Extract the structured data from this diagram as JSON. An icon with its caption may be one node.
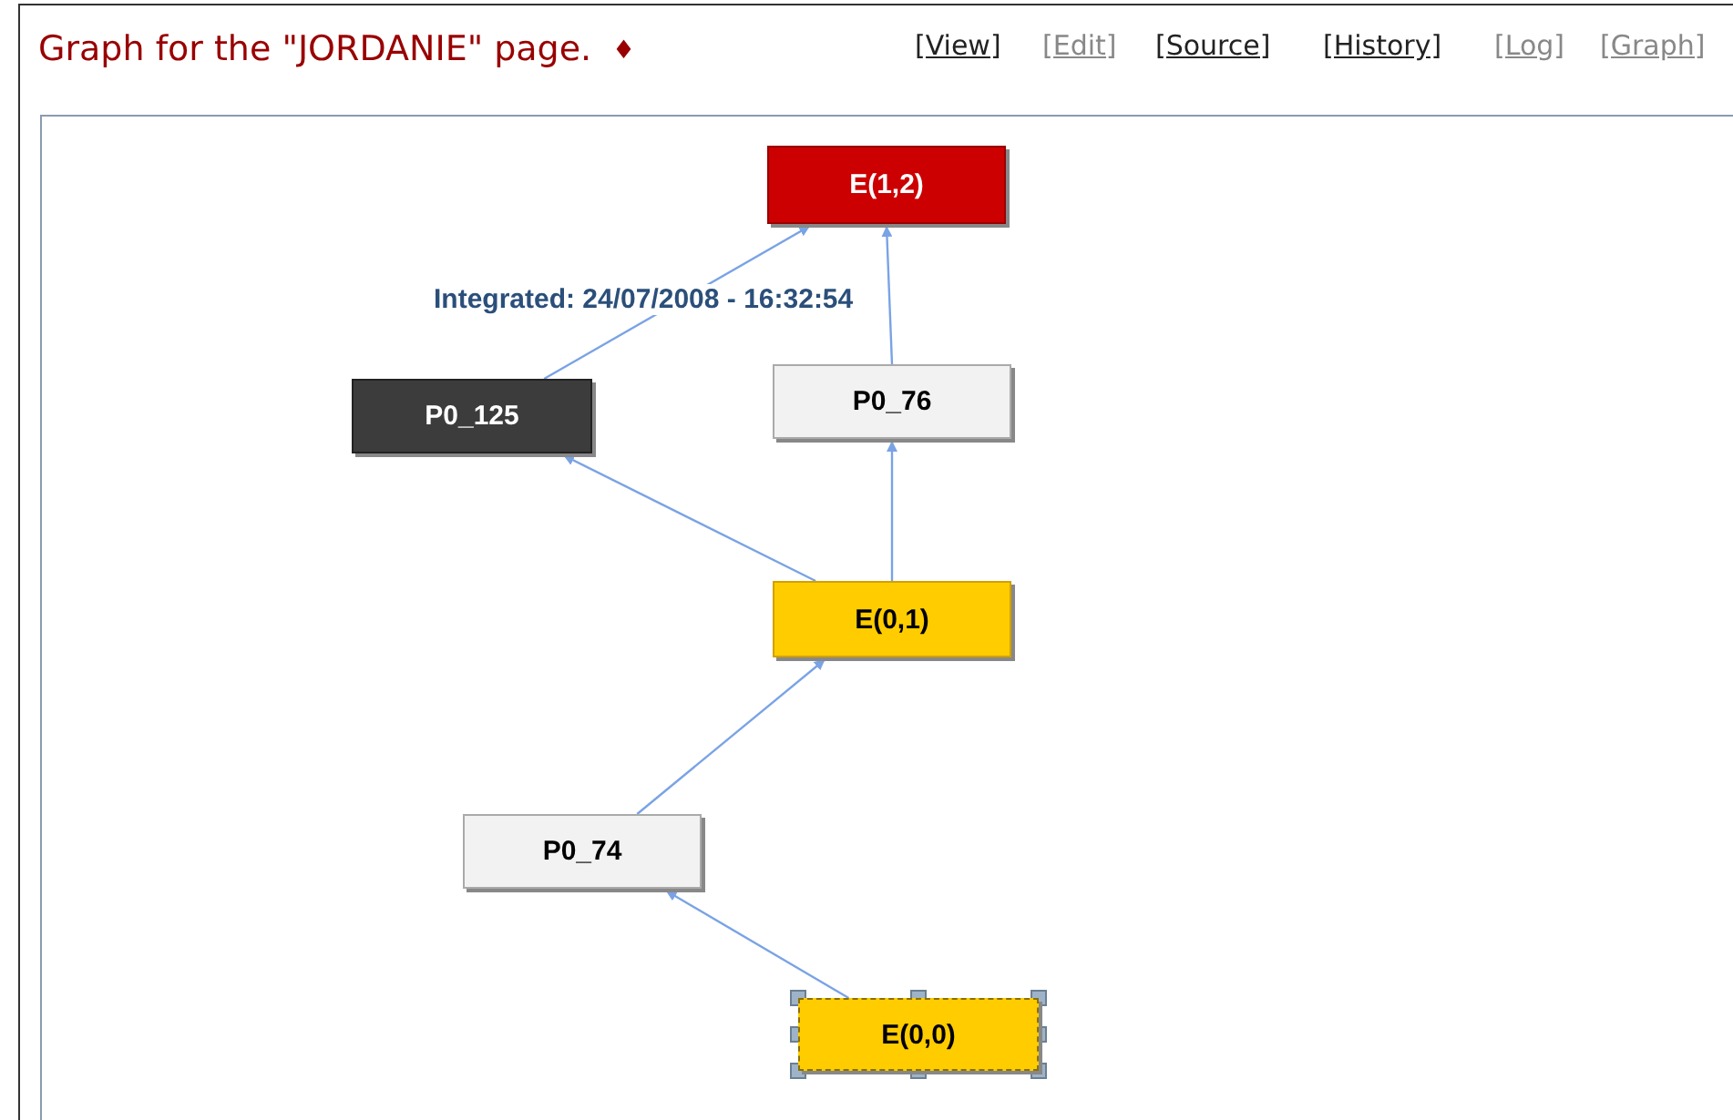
{
  "diagram": {
    "title": "Graph for the \"JORDANIE\" page.",
    "nodes": [
      {
        "text": [
          "E(1,2)"
        ]
      },
      {
        "text": [
          "P0_125"
        ]
      },
      {
        "text": [
          "P0_76"
        ]
      },
      {
        "text": [
          "E(0,1)"
        ]
      },
      {
        "text": [
          "P0_74"
        ]
      },
      {
        "text": [
          "E(0,0)"
        ]
      }
    ],
    "edges": [
      {
        "from": 1,
        "to": 0,
        "arrow": "to",
        "label": "Integrated: 24/07/2008 - 16:32:54"
      },
      {
        "from": 2,
        "to": 0,
        "arrow": "to"
      },
      {
        "from": 3,
        "to": 1,
        "arrow": "to"
      },
      {
        "from": 3,
        "to": 2,
        "arrow": "to"
      },
      {
        "from": 4,
        "to": 3,
        "arrow": "to"
      },
      {
        "from": 5,
        "to": 4,
        "arrow": "to"
      }
    ],
    "labels": [
      "♦",
      "[View]",
      "[Edit]",
      "[Source]",
      "[History]",
      "[Log]",
      "[Graph]"
    ]
  }
}
